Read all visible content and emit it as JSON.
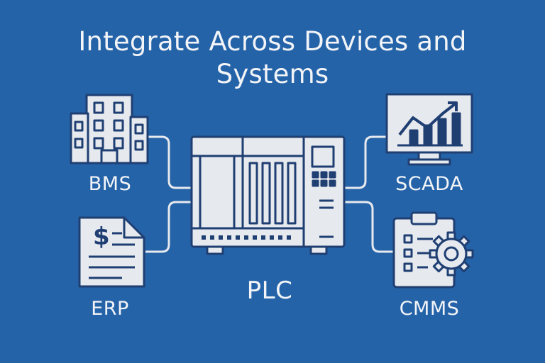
{
  "title": {
    "line1": "Integrate Across Devices and",
    "line2": "Systems"
  },
  "nodes": {
    "center": {
      "label": "PLC",
      "icon": "plc-controller-icon"
    },
    "bms": {
      "label": "BMS",
      "icon": "building-icon"
    },
    "erp": {
      "label": "ERP",
      "icon": "invoice-document-icon"
    },
    "scada": {
      "label": "SCADA",
      "icon": "monitor-chart-icon"
    },
    "cmms": {
      "label": "CMMS",
      "icon": "clipboard-gear-icon"
    }
  },
  "colors": {
    "background": "#2563a8",
    "icon_fill": "#e6e9ee",
    "icon_stroke": "#1f3f73",
    "connector": "#e6e9ee",
    "text": "#f2f4f7"
  }
}
